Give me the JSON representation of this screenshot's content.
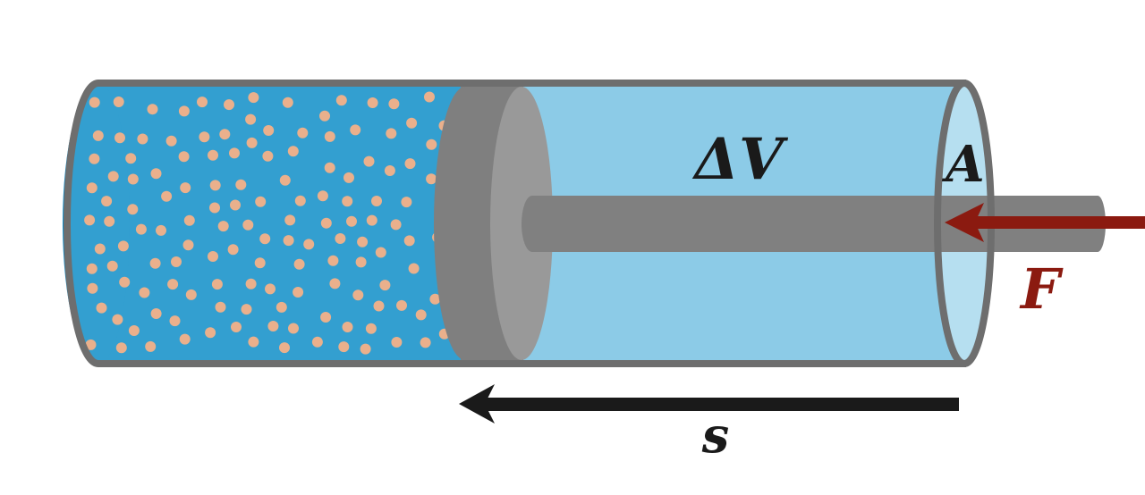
{
  "labels": {
    "volume_change": "ΔV",
    "area": "A",
    "force": "F",
    "displacement": "s"
  },
  "colors": {
    "gas": "#339fd0",
    "gas_end": "#0b8ac8",
    "empty_volume": "#8ccbe7",
    "end_cap": "#b6dff0",
    "outline": "#6e6e6e",
    "particle": "#eab08c",
    "piston": "#7f7f7f",
    "piston_face": "#999999",
    "rod": "#808080",
    "force_arrow": "#8b1a10",
    "displacement_arrow": "#1a1a1a",
    "label_text": "#1a1a1a"
  }
}
